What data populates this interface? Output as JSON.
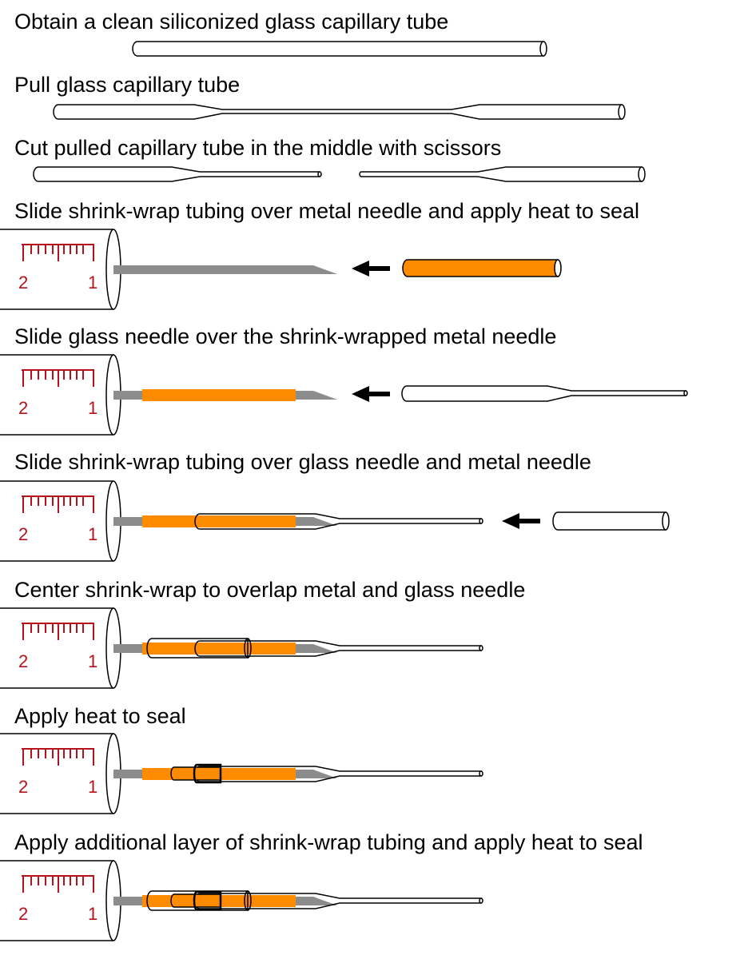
{
  "steps": [
    {
      "label": "Obtain a clean siliconized glass capillary tube"
    },
    {
      "label": "Pull glass capillary tube"
    },
    {
      "label": "Cut pulled capillary tube in the middle with scissors"
    },
    {
      "label": "Slide shrink-wrap tubing over metal needle and apply heat to seal"
    },
    {
      "label": "Slide glass needle over the shrink-wrapped metal needle"
    },
    {
      "label": "Slide shrink-wrap tubing over glass needle and metal needle"
    },
    {
      "label": "Center shrink-wrap to overlap metal and glass needle"
    },
    {
      "label": "Apply heat to seal"
    },
    {
      "label": "Apply additional layer of shrink-wrap tubing and apply heat to seal"
    }
  ],
  "scale": {
    "left": "2",
    "right": "1"
  },
  "colors": {
    "shrink_wrap": "#ff8c00",
    "metal": "#8c8c8c",
    "scale": "#b5121b",
    "outline": "#000000"
  }
}
